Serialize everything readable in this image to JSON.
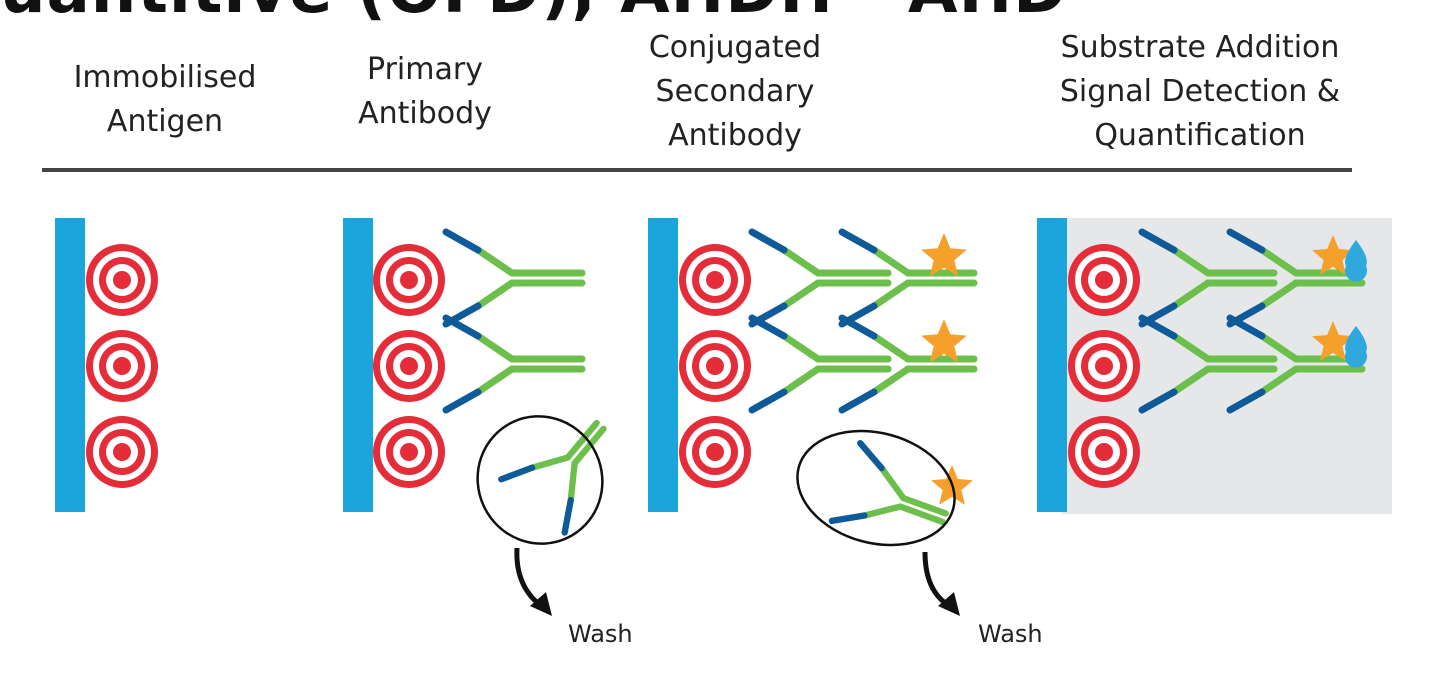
{
  "title_fragment": "uantitive (OFD), AHDH - AHD",
  "steps": [
    {
      "heading": "Immobilised\nAntigen"
    },
    {
      "heading": "Primary\nAntibody"
    },
    {
      "heading": "Conjugated\nSecondary\nAntibody"
    },
    {
      "heading": "Substrate Addition\nSignal Detection &\nQuantification"
    }
  ],
  "wash_labels": [
    "Wash",
    "Wash"
  ],
  "colors": {
    "surface": "#1aa6dc",
    "antigen": "#e52d3a",
    "antibody": "#6cbf4b",
    "antibody_tip": "#0f5a99",
    "conjugate_star": "#f5a02a",
    "substrate_drop": "#2ea8dd",
    "background_well": "#e6e7e9",
    "divider": "#444444"
  },
  "icons": [
    "antigen-target-icon",
    "antibody-y-icon",
    "star-conjugate-icon",
    "water-drop-icon",
    "curved-arrow-icon"
  ]
}
